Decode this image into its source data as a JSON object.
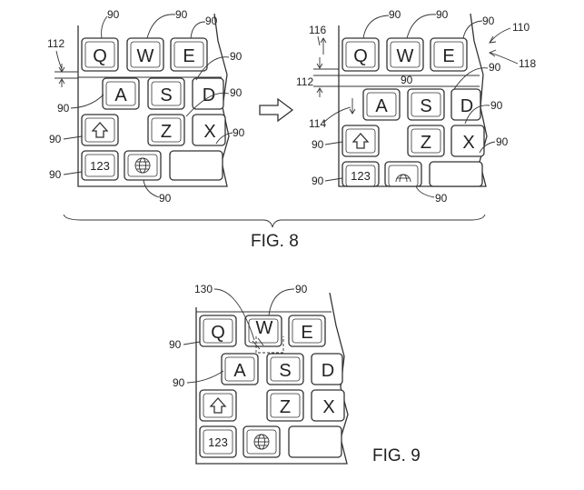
{
  "figures": {
    "fig8": {
      "caption": "FIG. 8",
      "left_keyboard": {
        "rows": [
          [
            "Q",
            "W",
            "E"
          ],
          [
            "A",
            "S",
            "D"
          ],
          [
            "⇧",
            "Z",
            "X"
          ],
          [
            "123",
            "globe",
            ""
          ]
        ],
        "refs": {
          "keys": "90",
          "row_gap": "112"
        }
      },
      "right_keyboard": {
        "rows": [
          [
            "Q",
            "W",
            "E"
          ],
          [
            "A",
            "S",
            "D"
          ],
          [
            "⇧",
            "Z",
            "X"
          ],
          [
            "123",
            "globe",
            ""
          ]
        ],
        "refs": {
          "keys": "90",
          "top_arrow": "116",
          "row_gap": "112",
          "lower_arrow": "114",
          "edge": "110",
          "edge_arrow": "118",
          "gap_key": "90"
        }
      },
      "arrow_label": ""
    },
    "fig9": {
      "caption": "FIG. 9",
      "keyboard": {
        "rows": [
          [
            "Q",
            "W",
            "E"
          ],
          [
            "A",
            "S",
            "D"
          ],
          [
            "⇧",
            "Z",
            "X"
          ],
          [
            "123",
            "globe",
            ""
          ]
        ],
        "refs": {
          "keys": "90",
          "callout": "130"
        }
      }
    }
  },
  "labels": {
    "n90": "90",
    "n112": "112",
    "n116": "116",
    "n114": "114",
    "n110": "110",
    "n118": "118",
    "n130": "130",
    "k_q": "Q",
    "k_w": "W",
    "k_e": "E",
    "k_a": "A",
    "k_s": "S",
    "k_d": "D",
    "k_shift": "⇧",
    "k_z": "Z",
    "k_x": "X",
    "k_123": "123"
  },
  "icons": [
    "shift-icon",
    "globe-icon",
    "right-arrow-icon"
  ]
}
